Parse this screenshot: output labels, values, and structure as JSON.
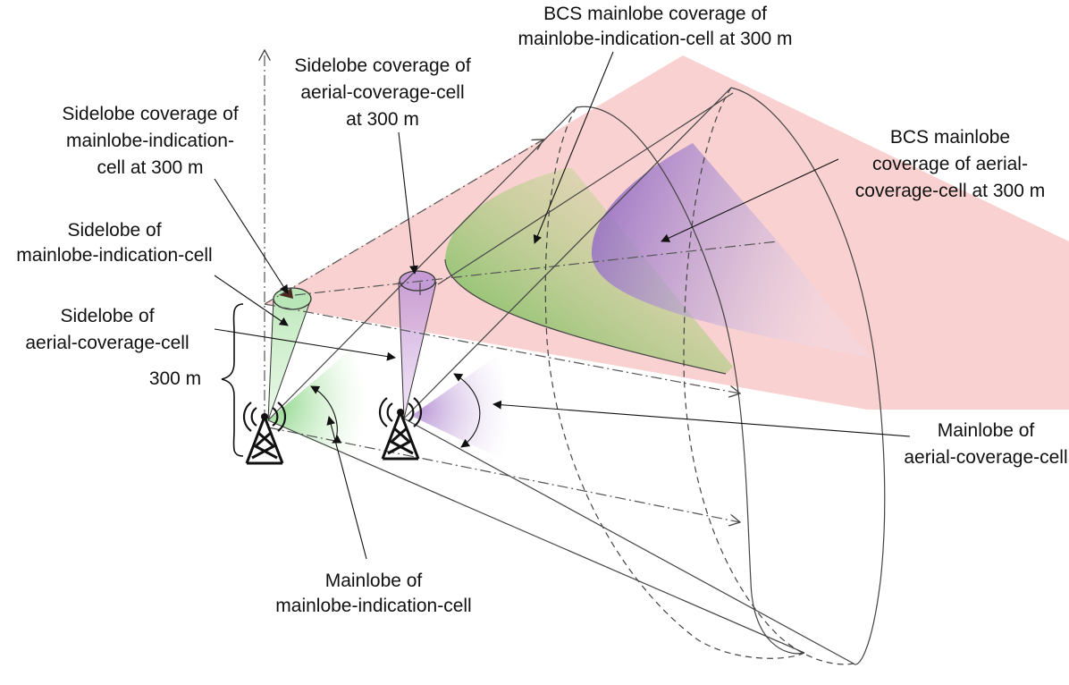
{
  "labels": {
    "bcs_mainlobe_mi": [
      "BCS mainlobe coverage of",
      "mainlobe-indication-cell at 300 m"
    ],
    "sidelobe_cov_acc": [
      "Sidelobe coverage of",
      "aerial-coverage-cell",
      "at 300 m"
    ],
    "sidelobe_cov_mi": [
      "Sidelobe coverage of",
      "mainlobe-indication-",
      "cell at 300 m"
    ],
    "bcs_mainlobe_acc": [
      "BCS mainlobe",
      "coverage of aerial-",
      "coverage-cell at 300 m"
    ],
    "sidelobe_mi": [
      "Sidelobe of",
      "mainlobe-indication-cell"
    ],
    "sidelobe_acc": [
      "Sidelobe of",
      "aerial-coverage-cell"
    ],
    "height": "300 m",
    "mainlobe_acc": [
      "Mainlobe of",
      "aerial-coverage-cell"
    ],
    "mainlobe_mi": [
      "Mainlobe of",
      "mainlobe-indication-cell"
    ]
  },
  "icons": [
    "cell-tower-icon"
  ],
  "colors": {
    "sidelobe_plane": "#f9c9c9",
    "mainlobe_indication_cell": "#5fb84a",
    "aerial_coverage_cell": "#8e62c0",
    "sidelobe_cone_green": "#b9e6b7",
    "sidelobe_cone_purple": "#c59bd6"
  }
}
